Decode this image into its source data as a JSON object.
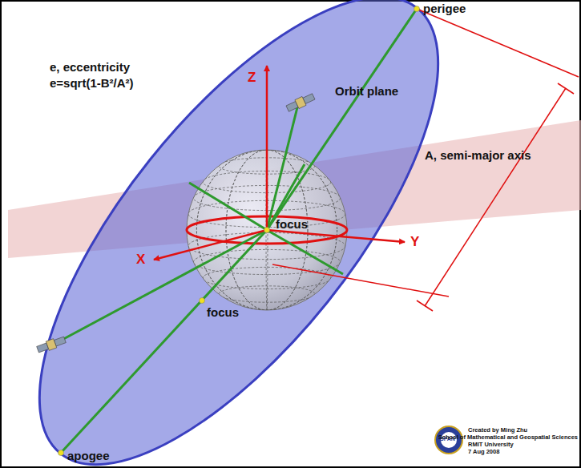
{
  "diagram": {
    "labels": [
      "e, eccentricity",
      "e=sqrt(1-B²/A²)",
      "Z",
      "X",
      "Y",
      "perigee",
      "Orbit plane",
      "focus",
      "focus",
      "A, semi-major axis",
      "apogee",
      "SPAN",
      "Created by Ming Zhu",
      "School of Mathematical and Geospatial Sciences",
      "RMIT University",
      "7 Aug 2008"
    ]
  }
}
